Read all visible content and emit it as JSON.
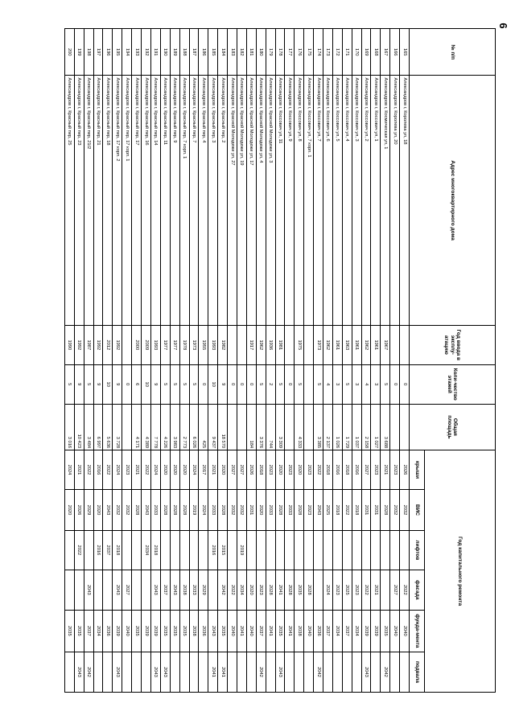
{
  "page_number": "6",
  "headers": {
    "num": "№ п/п",
    "address": "Адрес многоквартирного дома",
    "year_built": "Год ввода в эксплу-атацию",
    "floors": "Коли-чество этажей",
    "area": "Общая площадь",
    "repair_group": "Год капитального ремонта",
    "roof": "крыши",
    "vis": "ВИС",
    "lifts": "лифтов",
    "facade": "фасада",
    "foundation": "фунда-мента",
    "basement": "подвала"
  },
  "rows": [
    {
      "n": "165",
      "address": "Александров г, Королева ул, 18",
      "year": "",
      "floors": "0",
      "area": "",
      "roof": "2026",
      "vis": "2032",
      "lift": "",
      "facade": "2022",
      "found": "2040",
      "base": ""
    },
    {
      "n": "166",
      "address": "Александров г, Королева ул, 20",
      "year": "",
      "floors": "0",
      "area": "",
      "roof": "2023",
      "vis": "2032",
      "lift": "",
      "facade": "2027",
      "found": "2040",
      "base": ""
    },
    {
      "n": "167",
      "address": "Александров г, Космическая ул, 1",
      "year": "1967",
      "floors": "5",
      "area": "3 688",
      "roof": "2021",
      "vis": "2028",
      "lift": "",
      "facade": "",
      "found": "2035",
      "base": "2042"
    },
    {
      "n": "168",
      "address": "Александров г, Коссович ул, 1",
      "year": "1961",
      "floors": "3",
      "area": "1 027",
      "roof": "2023",
      "vis": "2031",
      "lift": "",
      "facade": "2021",
      "found": "2039",
      "base": ""
    },
    {
      "n": "169",
      "address": "Александров г, Коссович ул, 2",
      "year": "1962",
      "floors": "4",
      "area": "2 158",
      "roof": "2027",
      "vis": "2031",
      "lift": "",
      "facade": "2022",
      "found": "2039",
      "base": "2043"
    },
    {
      "n": "170",
      "address": "Александров г, Коссович ул, 3",
      "year": "1961",
      "floors": "3",
      "area": "1 037",
      "roof": "2016",
      "vis": "2018",
      "lift": "",
      "facade": "2023",
      "found": "2034",
      "base": ""
    },
    {
      "n": "171",
      "address": "Александров г, Коссович ул, 4",
      "year": "1963",
      "floors": "5",
      "area": "1 729",
      "roof": "2018",
      "vis": "2022",
      "lift": "",
      "facade": "2025",
      "found": "2037",
      "base": ""
    },
    {
      "n": "172",
      "address": "Александров г, Коссович ул, 5",
      "year": "1961",
      "floors": "3",
      "area": "1 026",
      "roof": "2016",
      "vis": "2018",
      "lift": "",
      "facade": "2023",
      "found": "2034",
      "base": ""
    },
    {
      "n": "173",
      "address": "Александров г, Коссович ул, 6",
      "year": "1962",
      "floors": "4",
      "area": "2 137",
      "roof": "2018",
      "vis": "2025",
      "lift": "",
      "facade": "2024",
      "found": "2037",
      "base": ""
    },
    {
      "n": "174",
      "address": "Александров г, Коссович ул, 7",
      "year": "1973",
      "floors": "5",
      "area": "3 385",
      "roof": "2022",
      "vis": "2043",
      "lift": "",
      "facade": "",
      "found": "2036",
      "base": "2042"
    },
    {
      "n": "175",
      "address": "Александров г, Коссович ул, 7 корп. 1",
      "year": "",
      "floors": "",
      "area": "",
      "roof": "2023",
      "vis": "2023",
      "lift": "",
      "facade": "2028",
      "found": "2040",
      "base": ""
    },
    {
      "n": "176",
      "address": "Александров г, Коссович ул, 8",
      "year": "1975",
      "floors": "5",
      "area": "4 333",
      "roof": "2020",
      "vis": "2028",
      "lift": "",
      "facade": "2035",
      "found": "2038",
      "base": ""
    },
    {
      "n": "177",
      "address": "Александров г, Коссович ул, 9",
      "year": "",
      "floors": "0",
      "area": "",
      "roof": "2023",
      "vis": "2033",
      "lift": "",
      "facade": "2028",
      "found": "2041",
      "base": ""
    },
    {
      "n": "178",
      "address": "Александров г, Коссович ул, 11",
      "year": "1981",
      "floors": "5",
      "area": "3 309",
      "roof": "2020",
      "vis": "2028",
      "lift": "",
      "facade": "2041",
      "found": "2035",
      "base": "2043"
    },
    {
      "n": "179",
      "address": "Александров г, Красной Молодежи ул, 3",
      "year": "1936",
      "floors": "2",
      "area": "744",
      "roof": "2023",
      "vis": "2033",
      "lift": "",
      "facade": "2028",
      "found": "2041",
      "base": ""
    },
    {
      "n": "180",
      "address": "Александров г, Красной Молодежи ул, 4",
      "year": "1962",
      "floors": "5",
      "area": "3 376",
      "roof": "2018",
      "vis": "2020",
      "lift": "",
      "facade": "2023",
      "found": "2037",
      "base": "2042"
    },
    {
      "n": "181",
      "address": "Александров г, Красной Молодежи ул, 17",
      "year": "1917",
      "floors": "0",
      "area": "184",
      "roof": "2026",
      "vis": "2031",
      "lift": "",
      "facade": "2020",
      "found": "2040",
      "base": ""
    },
    {
      "n": "182",
      "address": "Александров г, Красной Молодежи ул, 19",
      "year": "",
      "floors": "0",
      "area": "",
      "roof": "2027",
      "vis": "2032",
      "lift": "2019",
      "facade": "2034",
      "found": "2041",
      "base": ""
    },
    {
      "n": "183",
      "address": "Александров г, Красной Молодежи ул, 27",
      "year": "",
      "floors": "0",
      "area": "",
      "roof": "2027",
      "vis": "2032",
      "lift": "",
      "facade": "2022",
      "found": "2040",
      "base": ""
    },
    {
      "n": "184",
      "address": "Александров г, Красный пер, 2",
      "year": "1982",
      "floors": "9",
      "area": "18 570",
      "roof": "2020",
      "vis": "2028",
      "lift": "2015",
      "facade": "2042",
      "found": "2035",
      "base": "2041"
    },
    {
      "n": "185",
      "address": "Александров г, Красный пер, 3",
      "year": "1993",
      "floors": "10",
      "area": "9 437",
      "roof": "2021",
      "vis": "2033",
      "lift": "2016",
      "facade": "",
      "found": "2043",
      "base": "2041"
    },
    {
      "n": "186",
      "address": "Александров г, Красный пер, 4",
      "year": "1955",
      "floors": "0",
      "area": "425",
      "roof": "2017",
      "vis": "2024",
      "lift": "",
      "facade": "2029",
      "found": "2036",
      "base": ""
    },
    {
      "n": "187",
      "address": "Александров г, Красный пер, 7",
      "year": "1973",
      "floors": "5",
      "area": "6 026",
      "roof": "2024",
      "vis": "2019",
      "lift": "",
      "facade": "2033",
      "found": "2038",
      "base": ""
    },
    {
      "n": "188",
      "address": "Александров г, Красный пер, 7 корп. 1",
      "year": "1978",
      "floors": "5",
      "area": "2 773",
      "roof": "2020",
      "vis": "2028",
      "lift": "",
      "facade": "2038",
      "found": "2035",
      "base": ""
    },
    {
      "n": "189",
      "address": "Александров г, Красный пер, 9",
      "year": "1977",
      "floors": "5",
      "area": "3 983",
      "roof": "2020",
      "vis": "2028",
      "lift": "",
      "facade": "2043",
      "found": "2035",
      "base": ""
    },
    {
      "n": "190",
      "address": "Александров г, Красный пер, 11",
      "year": "1977",
      "floors": "5",
      "area": "4 226",
      "roof": "2020",
      "vis": "2028",
      "lift": "",
      "facade": "2037",
      "found": "2035",
      "base": "2043"
    },
    {
      "n": "191",
      "address": "Александров г, Красный пер, 14",
      "year": "1993",
      "floors": "9",
      "area": "7 778",
      "roof": "2024",
      "vis": "2033",
      "lift": "2018",
      "facade": "2043",
      "found": "2039",
      "base": "2043"
    },
    {
      "n": "192",
      "address": "Александров г, Красный пер, 16",
      "year": "2009",
      "floors": "10",
      "area": "4 389",
      "roof": "2022",
      "vis": "2043",
      "lift": "2034",
      "facade": "",
      "found": "2039",
      "base": ""
    },
    {
      "n": "193",
      "address": "Александров г, Красный пер, 17",
      "year": "2000",
      "floors": "6",
      "area": "4 171",
      "roof": "2021",
      "vis": "2028",
      "lift": "",
      "facade": "",
      "found": "2035",
      "base": ""
    },
    {
      "n": "194",
      "address": "Александров г, Красный пер, 17 корп. 1",
      "year": "",
      "floors": "0",
      "area": "",
      "roof": "2023",
      "vis": "2032",
      "lift": "",
      "facade": "2027",
      "found": "2040",
      "base": ""
    },
    {
      "n": "195",
      "address": "Александров г, Красный пер, 17 корп. 2",
      "year": "1992",
      "floors": "9",
      "area": "3 728",
      "roof": "2024",
      "vis": "2032",
      "lift": "2018",
      "facade": "2043",
      "found": "2039",
      "base": "2043"
    },
    {
      "n": "196",
      "address": "Александров г, Красный пер, 18",
      "year": "2012",
      "floors": "10",
      "area": "5 636",
      "roof": "2022",
      "vis": "2043",
      "lift": "2037",
      "facade": "",
      "found": "2036",
      "base": ""
    },
    {
      "n": "197",
      "address": "Александров г, Красный пер, 21",
      "year": "1992",
      "floors": "9",
      "area": "6 997",
      "roof": "2016",
      "vis": "2020",
      "lift": "2016",
      "facade": "",
      "found": "2034",
      "base": ""
    },
    {
      "n": "198",
      "address": "Александров г, Красный пер, 21/2",
      "year": "1987",
      "floors": "5",
      "area": "3 484",
      "roof": "2022",
      "vis": "2029",
      "lift": "",
      "facade": "2043",
      "found": "2037",
      "base": "2042"
    },
    {
      "n": "199",
      "address": "Александров г, Красный пер, 23",
      "year": "1992",
      "floors": "9",
      "area": "10 423",
      "roof": "2021",
      "vis": "2026",
      "lift": "2022",
      "facade": "",
      "found": "2035",
      "base": "2043"
    },
    {
      "n": "200",
      "address": "Александров г, Красный пер, 25",
      "year": "1990",
      "floors": "5",
      "area": "3 016",
      "roof": "2024",
      "vis": "2020",
      "lift": "",
      "facade": "",
      "found": "2035",
      "base": ""
    }
  ]
}
